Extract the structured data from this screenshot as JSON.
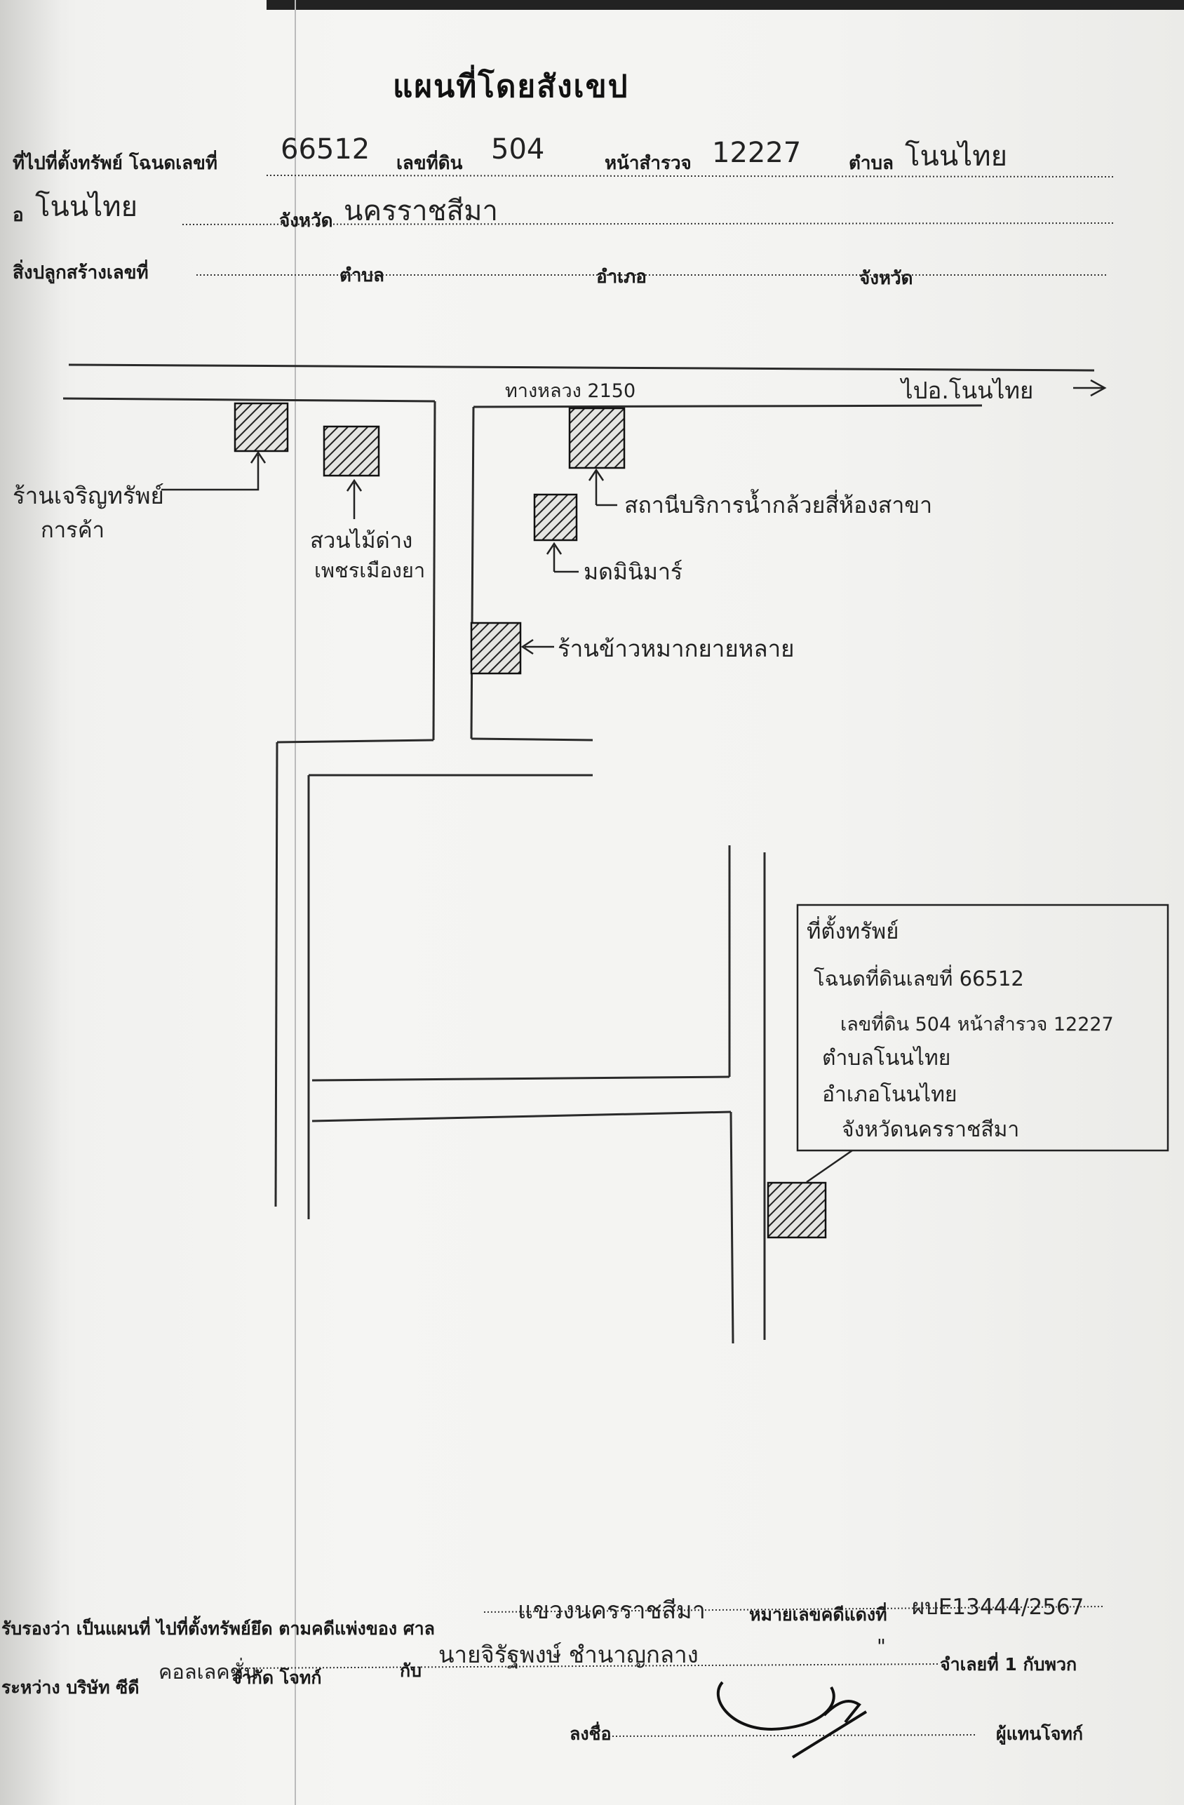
{
  "title": "แผนที่โดยสังเขป",
  "header": {
    "deed_label": "ที่ไปที่ตั้งทรัพย์ โฉนดเลขที่",
    "deed_no": "66512",
    "land_no_label": "เลขที่ดิน",
    "land_no": "504",
    "survey_label": "หน้าสำรวจ",
    "survey_no": "12227",
    "subdistrict_label": "ตำบล",
    "subdistrict": "โนนไทย",
    "district_label": "อ",
    "district": "โนนไทย",
    "province_label": "จังหวัด",
    "province": "นครราชสีมา",
    "building_label": "สิ่งปลูกสร้างเลขที่",
    "building_subdistrict_label": "ตำบล",
    "building_district_label": "อำเภอ",
    "building_province_label": "จังหวัด"
  },
  "map": {
    "highway_label": "ทางหลวง 2150",
    "direction_label": "ไปอ.โนนไทย",
    "landmarks": [
      {
        "name": "ร้านเจริญทรัพย์",
        "sub": "การค้า"
      },
      {
        "name": "สวนไม้ด่าง",
        "sub": "เพชรเมืองยา"
      },
      {
        "name": "สถานีบริการน้ำกล้วยสี่ห้องสาขา"
      },
      {
        "name": "มดมินิมาร์"
      },
      {
        "name": "ร้านข้าวหมากยายหลาย"
      }
    ],
    "property_box": {
      "line1": "ที่ตั้งทรัพย์",
      "line2": "โฉนดที่ดินเลขที่ 66512",
      "line3": "เลขที่ดิน 504 หน้าสำรวจ 12227",
      "line4": "ตำบลโนนไทย",
      "line5": "อำเภอโนนไทย",
      "line6": "จังหวัดนครราชสีมา"
    }
  },
  "footer": {
    "certify_label": "รับรองว่า เป็นแผนที่ ไปที่ตั้งทรัพย์ยึด ตามคดีแพ่งของ ศาล",
    "court": "แขวงนครราชสีมา",
    "case_label": "หมายเลขคดีแดงที่",
    "case_no": "ผบE13444/2567",
    "between_label": "ระหว่าง บริษัท ซีดี",
    "company": "คอลเลคชั่น",
    "company_suffix": "จำกัด โจทก์",
    "with_label": "กับ",
    "defendant": "นายจิรัฐพงษ์ ชำนาญกลาง",
    "defendant_mark": "\"",
    "defendant_suffix": "จำเลยที่ 1 กับพวก",
    "sign_label": "ลงชื่อ",
    "signer_label": "ผู้แทนโจทก์"
  }
}
